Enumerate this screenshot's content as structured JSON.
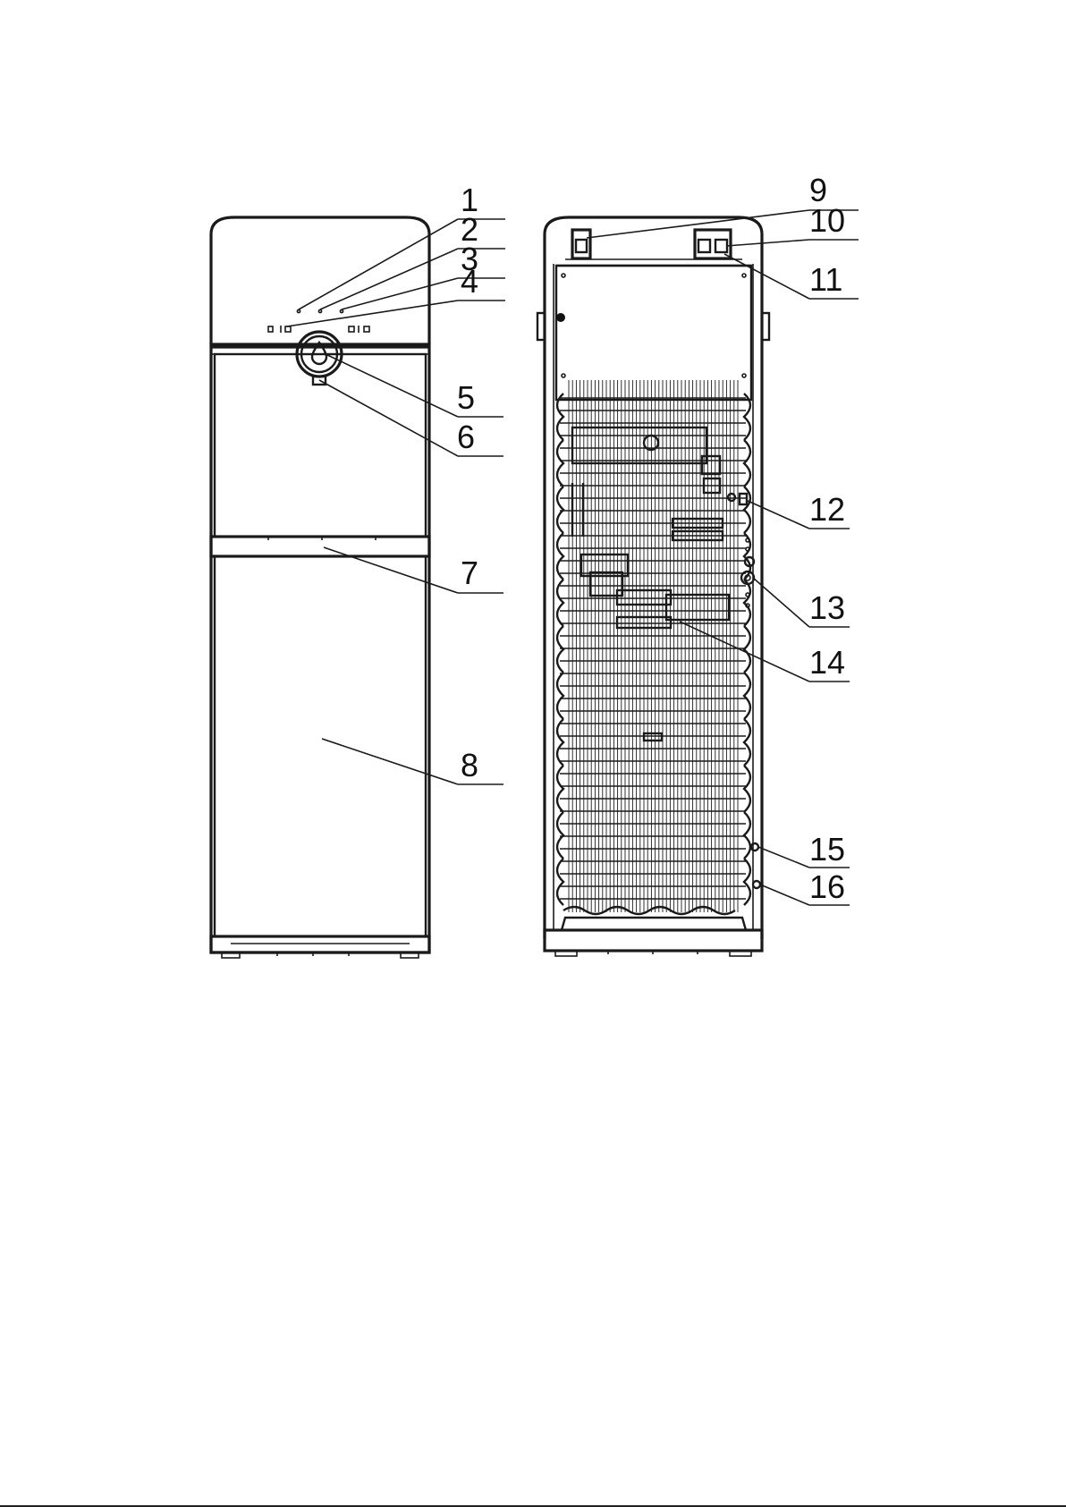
{
  "callouts": [
    {
      "num": "1"
    },
    {
      "num": "2"
    },
    {
      "num": "3"
    },
    {
      "num": "4"
    },
    {
      "num": "5"
    },
    {
      "num": "6"
    },
    {
      "num": "7"
    },
    {
      "num": "8"
    },
    {
      "num": "9"
    },
    {
      "num": "10"
    },
    {
      "num": "11"
    },
    {
      "num": "12"
    },
    {
      "num": "13"
    },
    {
      "num": "14"
    },
    {
      "num": "15"
    },
    {
      "num": "16"
    }
  ],
  "front_panel": {
    "indicator_labels": [
      "",
      "",
      "",
      ""
    ],
    "dispense_icon": "water-drop-icon"
  },
  "colors": {
    "line": "#1a1a1a",
    "background": "#ffffff"
  }
}
